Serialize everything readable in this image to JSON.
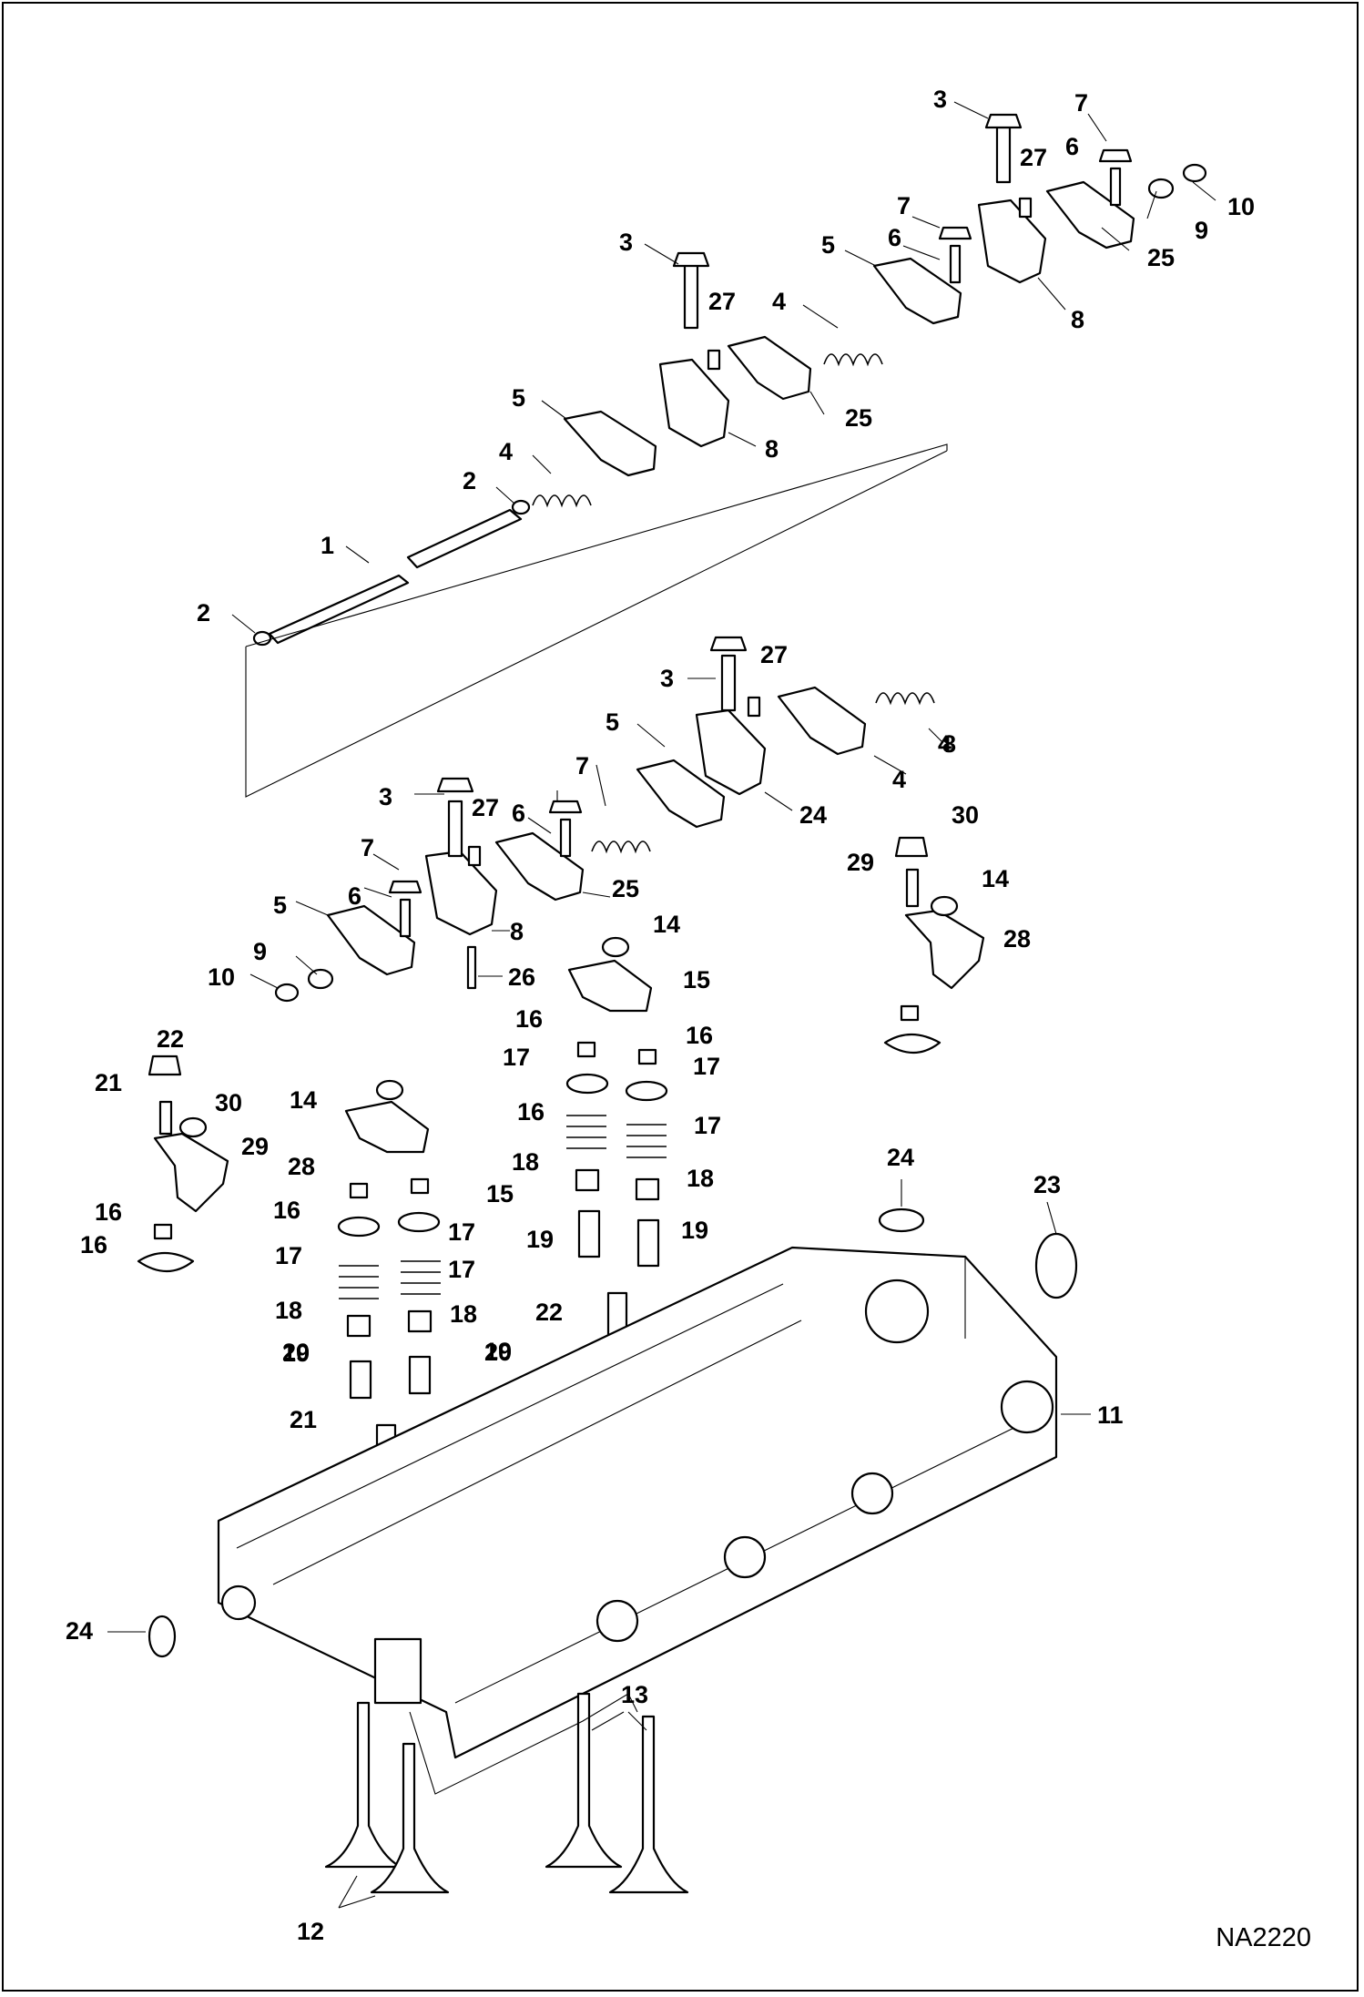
{
  "drawing_id": "NA2220",
  "callouts": [
    {
      "id": "c1",
      "label": "3"
    },
    {
      "id": "c2",
      "label": "7"
    },
    {
      "id": "c3",
      "label": "27"
    },
    {
      "id": "c4",
      "label": "6"
    },
    {
      "id": "c5",
      "label": "10"
    },
    {
      "id": "c6",
      "label": "9"
    },
    {
      "id": "c7",
      "label": "25"
    },
    {
      "id": "c8",
      "label": "8"
    },
    {
      "id": "c9",
      "label": "7"
    },
    {
      "id": "c10",
      "label": "6"
    },
    {
      "id": "c11",
      "label": "5"
    },
    {
      "id": "c12",
      "label": "3"
    },
    {
      "id": "c13",
      "label": "27"
    },
    {
      "id": "c14",
      "label": "4"
    },
    {
      "id": "c15",
      "label": "25"
    },
    {
      "id": "c16",
      "label": "5"
    },
    {
      "id": "c17",
      "label": "8"
    },
    {
      "id": "c18",
      "label": "4"
    },
    {
      "id": "c19",
      "label": "2"
    },
    {
      "id": "c20",
      "label": "1"
    },
    {
      "id": "c21",
      "label": "2"
    },
    {
      "id": "c22",
      "label": "3"
    },
    {
      "id": "c23",
      "label": "27"
    },
    {
      "id": "c24",
      "label": "5"
    },
    {
      "id": "c25",
      "label": "4"
    },
    {
      "id": "c26",
      "label": "24"
    },
    {
      "id": "c27",
      "label": "8"
    },
    {
      "id": "c28",
      "label": "7"
    },
    {
      "id": "c29",
      "label": "4"
    },
    {
      "id": "c30",
      "label": "3"
    },
    {
      "id": "c31",
      "label": "27"
    },
    {
      "id": "c32",
      "label": "6"
    },
    {
      "id": "c33",
      "label": "25"
    },
    {
      "id": "c34",
      "label": "7"
    },
    {
      "id": "c35",
      "label": "6"
    },
    {
      "id": "c36",
      "label": "5"
    },
    {
      "id": "c37",
      "label": "8"
    },
    {
      "id": "c38",
      "label": "9"
    },
    {
      "id": "c39",
      "label": "10"
    },
    {
      "id": "c40",
      "label": "26"
    },
    {
      "id": "c41",
      "label": "30"
    },
    {
      "id": "c42",
      "label": "29"
    },
    {
      "id": "c43",
      "label": "14"
    },
    {
      "id": "c44",
      "label": "28"
    },
    {
      "id": "c45",
      "label": "14"
    },
    {
      "id": "c46",
      "label": "15"
    },
    {
      "id": "c47",
      "label": "16"
    },
    {
      "id": "c48",
      "label": "16"
    },
    {
      "id": "c49",
      "label": "17"
    },
    {
      "id": "c50",
      "label": "17"
    },
    {
      "id": "c51",
      "label": "16"
    },
    {
      "id": "c52",
      "label": "17"
    },
    {
      "id": "c53",
      "label": "18"
    },
    {
      "id": "c54",
      "label": "18"
    },
    {
      "id": "c55",
      "label": "19"
    },
    {
      "id": "c56",
      "label": "19"
    },
    {
      "id": "c57",
      "label": "22"
    },
    {
      "id": "c58",
      "label": "22"
    },
    {
      "id": "c59",
      "label": "21"
    },
    {
      "id": "c60",
      "label": "30"
    },
    {
      "id": "c61",
      "label": "29"
    },
    {
      "id": "c62",
      "label": "14"
    },
    {
      "id": "c63",
      "label": "28"
    },
    {
      "id": "c64",
      "label": "15"
    },
    {
      "id": "c65",
      "label": "16"
    },
    {
      "id": "c66",
      "label": "16"
    },
    {
      "id": "c67",
      "label": "16"
    },
    {
      "id": "c68",
      "label": "17"
    },
    {
      "id": "c69",
      "label": "17"
    },
    {
      "id": "c70",
      "label": "17"
    },
    {
      "id": "c71",
      "label": "18"
    },
    {
      "id": "c72",
      "label": "18"
    },
    {
      "id": "c73",
      "label": "19"
    },
    {
      "id": "c74",
      "label": "19"
    },
    {
      "id": "c75",
      "label": "20"
    },
    {
      "id": "c76",
      "label": "20"
    },
    {
      "id": "c77",
      "label": "21"
    },
    {
      "id": "c78",
      "label": "24"
    },
    {
      "id": "c79",
      "label": "23"
    },
    {
      "id": "c80",
      "label": "11"
    },
    {
      "id": "c81",
      "label": "24"
    },
    {
      "id": "c82",
      "label": "13"
    },
    {
      "id": "c83",
      "label": "12"
    }
  ]
}
